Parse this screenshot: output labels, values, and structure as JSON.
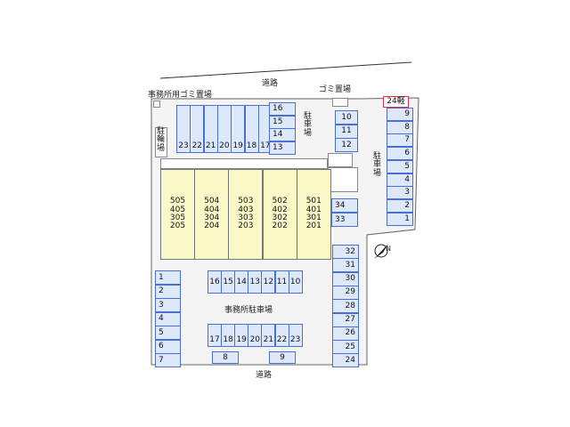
{
  "labels": {
    "road_top": "道路",
    "road_bottom": "道路",
    "office_garbage": "事務所用ゴミ置場",
    "garbage": "ゴミ置場",
    "bike_parking": "駐輪場",
    "parking_center": "駐車場",
    "parking_right": "駐車場",
    "office_parking": "事務所駐車場",
    "light_24": "24軽"
  },
  "top_row": [
    "23",
    "22",
    "21",
    "20",
    "19",
    "18",
    "17"
  ],
  "mid_col": [
    "16",
    "15",
    "14",
    "13"
  ],
  "right_col_a": [
    "10",
    "11",
    "12"
  ],
  "right_col_b": [
    "9",
    "8",
    "7",
    "6",
    "5",
    "4",
    "3",
    "2",
    "1"
  ],
  "buildings": [
    [
      "505",
      "405",
      "305",
      "205"
    ],
    [
      "504",
      "404",
      "304",
      "204"
    ],
    [
      "503",
      "403",
      "303",
      "203"
    ],
    [
      "502",
      "402",
      "302",
      "202"
    ],
    [
      "501",
      "401",
      "301",
      "201"
    ]
  ],
  "mid_pair": [
    "34",
    "33"
  ],
  "right_col_c": [
    "32",
    "31",
    "30",
    "29",
    "28",
    "27",
    "26",
    "25",
    "24"
  ],
  "left_col": [
    "1",
    "2",
    "3",
    "4",
    "5",
    "6",
    "7"
  ],
  "office_row_top": [
    "16",
    "15",
    "14",
    "13",
    "12",
    "11",
    "10"
  ],
  "office_row_bottom": [
    "17",
    "18",
    "19",
    "20",
    "21",
    "22",
    "23"
  ],
  "bottom_single": [
    "8",
    "9"
  ],
  "colors": {
    "space_fill": "#dde8fb",
    "space_border": "#4a6fd0",
    "building_fill": "#fbf8c8",
    "highlight": "#e0304a"
  }
}
